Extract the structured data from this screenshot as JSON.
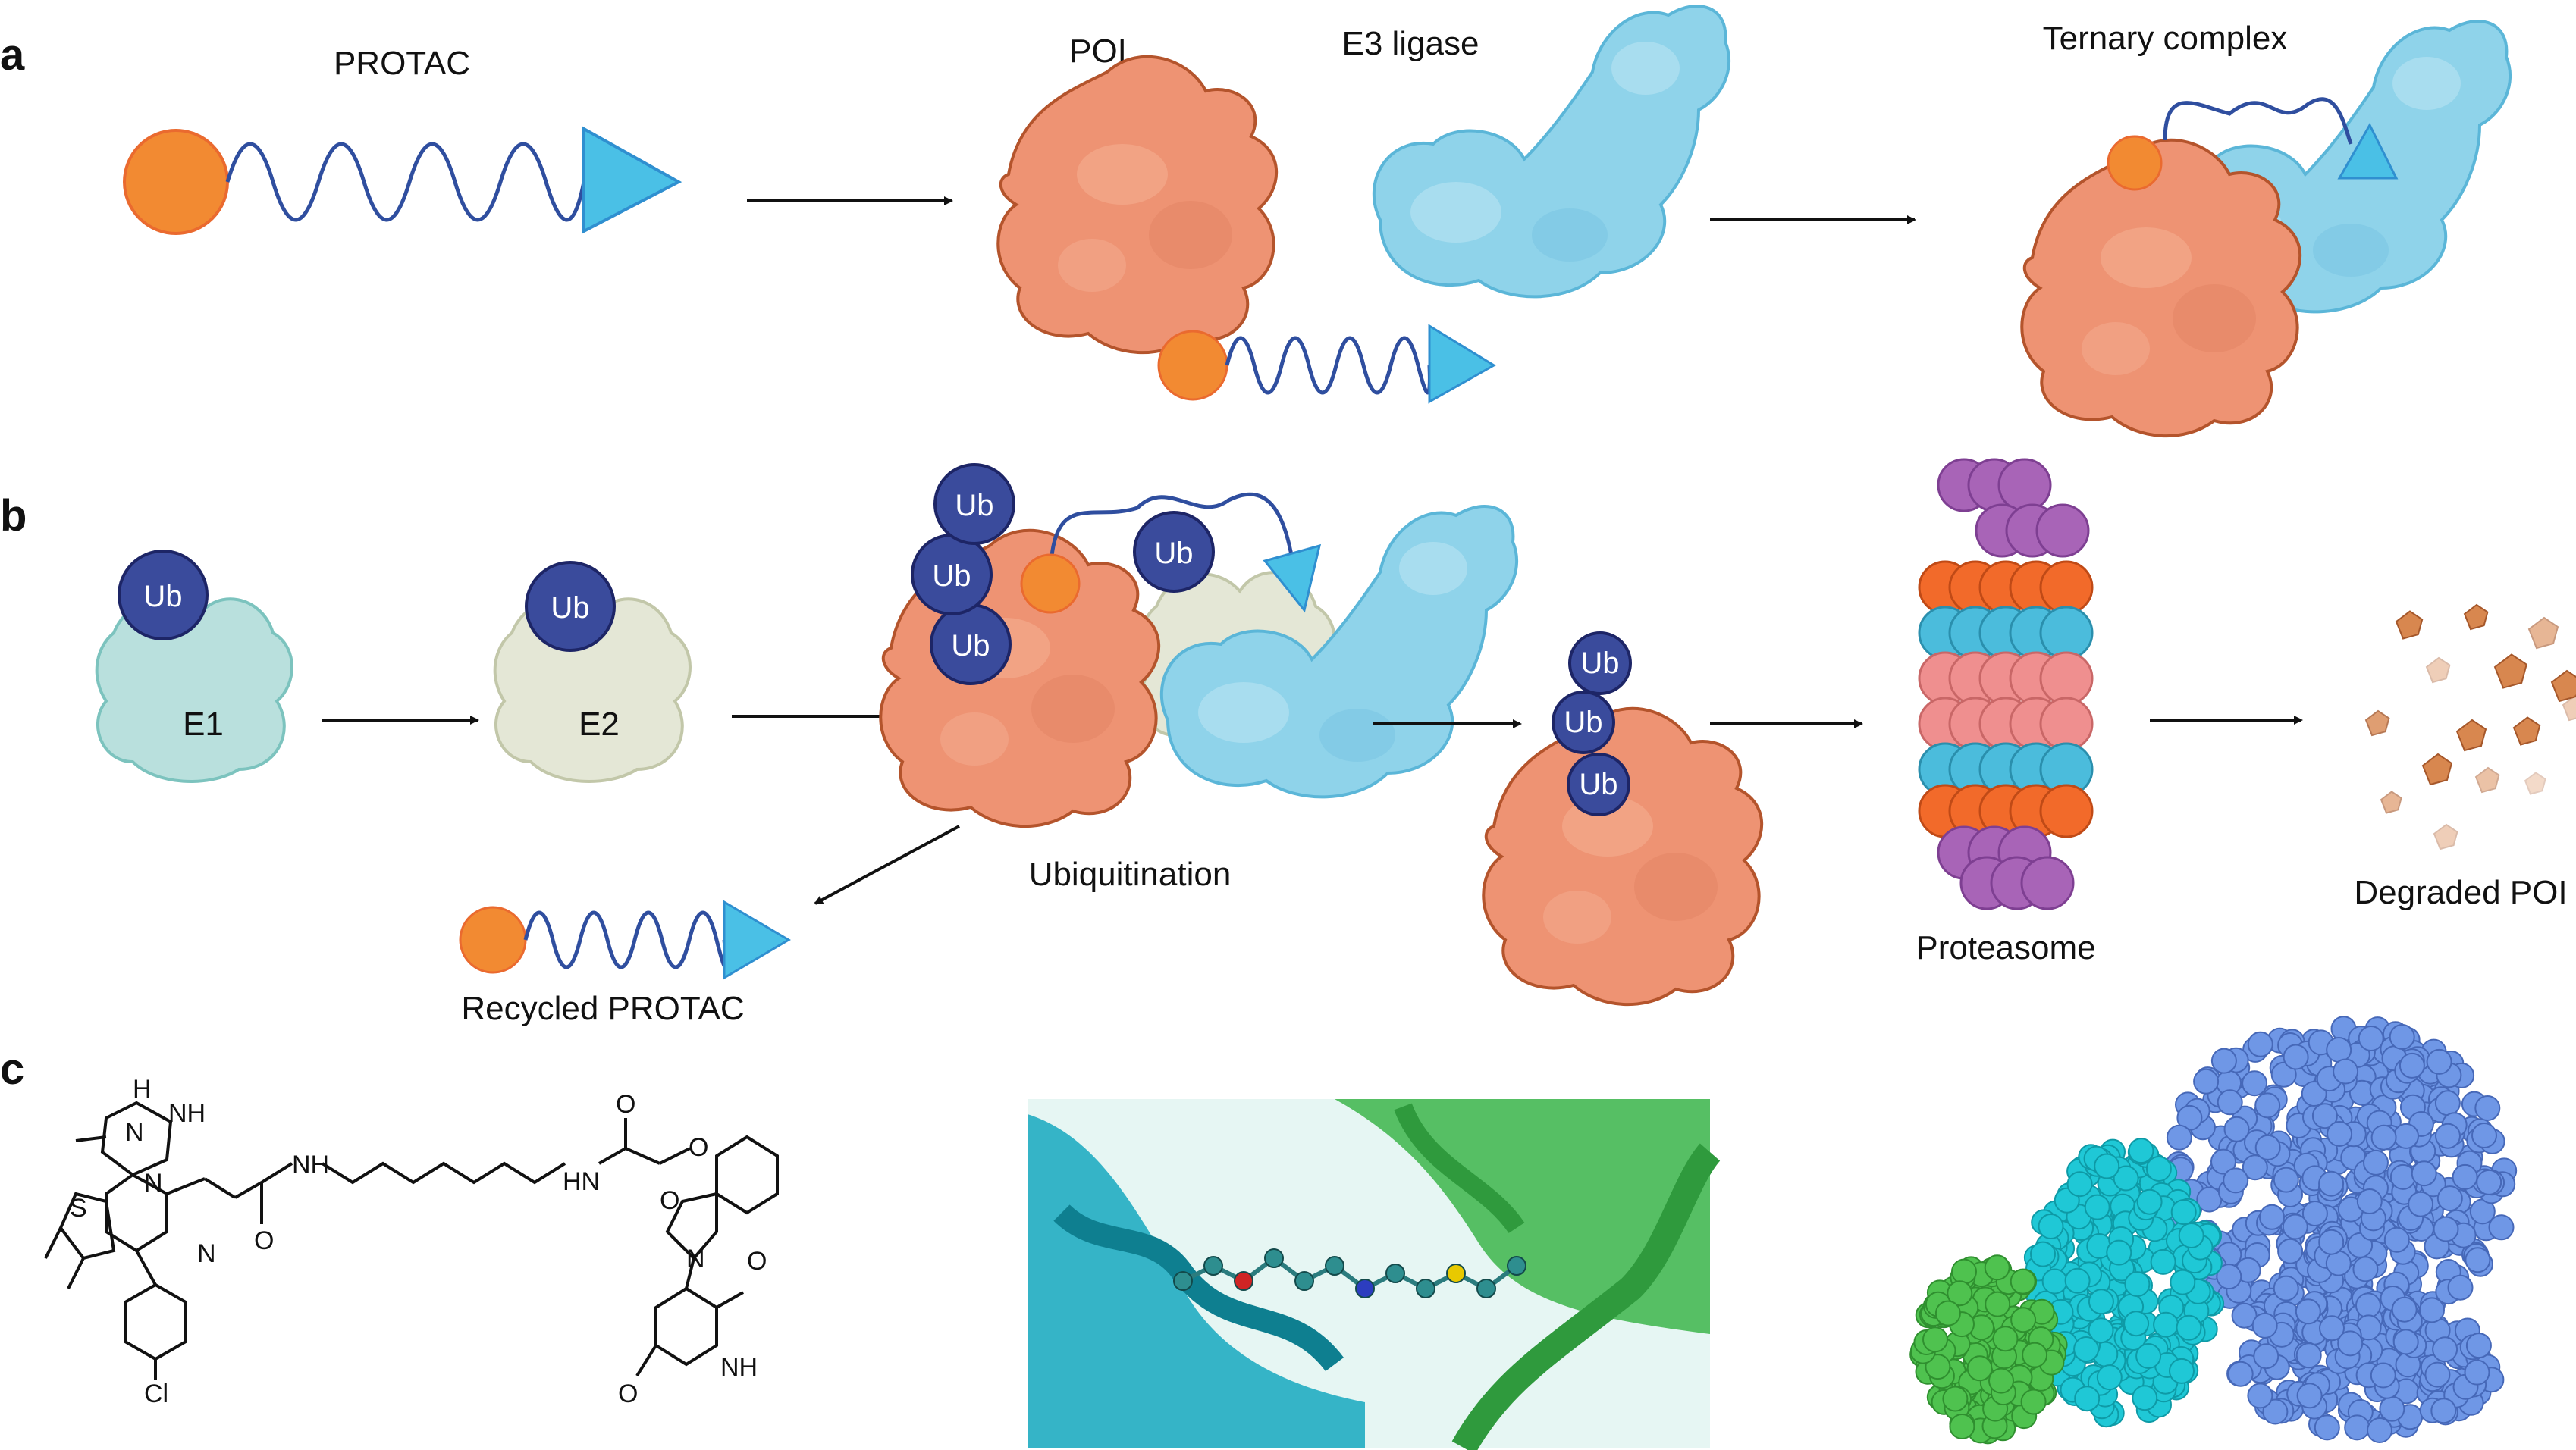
{
  "panels": {
    "a": "a",
    "b": "b",
    "c": "c"
  },
  "labels": {
    "protac": "PROTAC",
    "poi": "POI",
    "e3": "E3 ligase",
    "ternary": "Ternary complex",
    "e1": "E1",
    "e2": "E2",
    "ubiquitination": "Ubiquitination",
    "recycled": "Recycled PROTAC",
    "proteasome": "Proteasome",
    "degraded": "Degraded POI",
    "ub": "Ub"
  },
  "chem": {
    "h": "H",
    "n": "N",
    "nh": "NH",
    "s": "S",
    "cl": "Cl",
    "o": "O",
    "hn": "HN"
  },
  "colors": {
    "poi": "#ee9373",
    "poi_edge": "#b4542c",
    "e3": "#8fd3ea",
    "e3_edge": "#5bb6d8",
    "warhead": "#f28a32",
    "linker": "#2f4e9f",
    "ligand": "#4ac0e6",
    "ub": "#3a4b9c",
    "e1": "#b9e0dd",
    "e2": "#e4e7d6",
    "prot_orange": "#f26a2a",
    "prot_blue": "#4bbcdc",
    "prot_pink": "#ef8f8f",
    "prot_purple": "#a864b7",
    "ribbon_cyan": "#15a8be",
    "ribbon_green": "#3cb54a",
    "surface_blue": "#6f97e6",
    "surface_cyan": "#1fc8d6",
    "surface_green": "#4fc24f"
  }
}
